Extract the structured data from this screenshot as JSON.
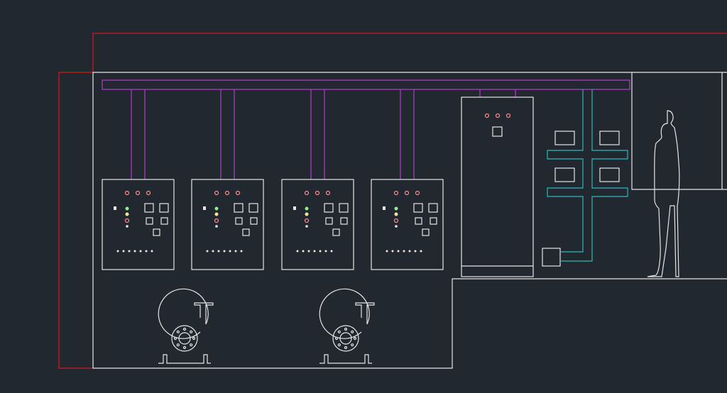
{
  "colors": {
    "background": "#212830",
    "outline": "#e6e6e6",
    "boundary": "#d01c1c",
    "cable_tray": "#b43cc8",
    "branch_tray": "#2fb8b8",
    "indicator_red": "#ff8a8a",
    "indicator_green": "#8cf08c",
    "indicator_yellow": "#f0e68c"
  },
  "control_panels": [
    {
      "id": "panel-1"
    },
    {
      "id": "panel-2"
    },
    {
      "id": "panel-3"
    },
    {
      "id": "panel-4"
    }
  ],
  "pumps": [
    {
      "id": "pump-1"
    },
    {
      "id": "pump-2"
    }
  ]
}
